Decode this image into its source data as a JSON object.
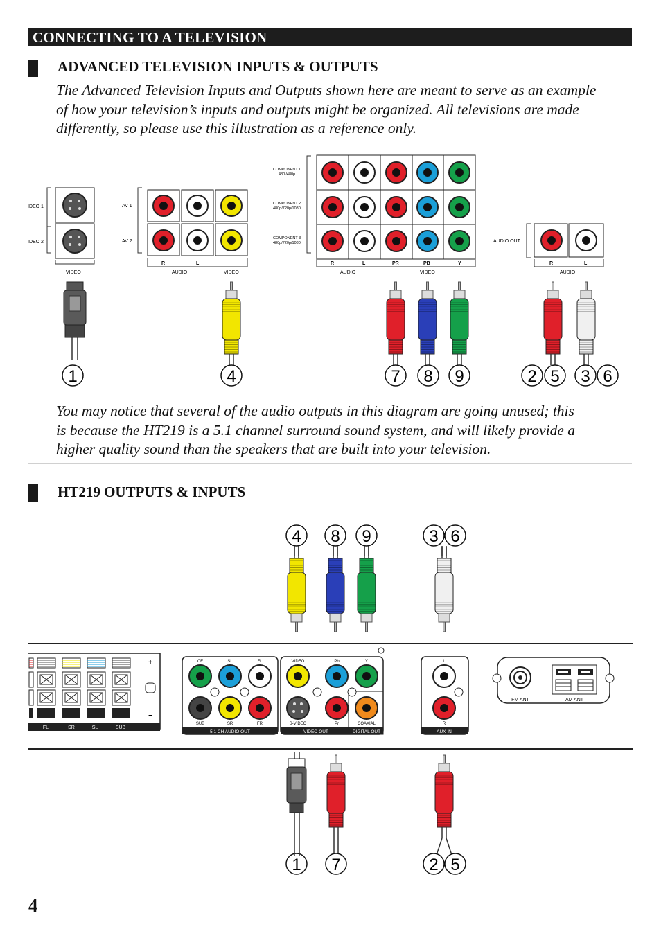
{
  "section": {
    "title": "CONNECTING TO A TELEVISION"
  },
  "advanced": {
    "title": "ADVANCED TELEVISION INPUTS & OUTPUTS",
    "intro_lines": [
      "The Advanced Television Inputs and Outputs shown here are meant to serve as an example",
      "of how your television’s inputs and outputs might be organized. All televisions are made",
      "differently, so please use this illustration as a reference only."
    ]
  },
  "tv_panel": {
    "svideo": {
      "rows": [
        "IDEO 1",
        "IDEO 2"
      ],
      "bottom": "VIDEO"
    },
    "av": {
      "rows": [
        "AV 1",
        "AV 2"
      ],
      "cols": [
        "R",
        "L",
        ""
      ],
      "bottom_audio": "AUDIO",
      "bottom_video": "VIDEO"
    },
    "component": {
      "rows": [
        {
          "name": "COMPONENT 1",
          "res": "480i/480p"
        },
        {
          "name": "COMPONENT 2",
          "res": "480p/720p/1080i"
        },
        {
          "name": "COMPONENT 3",
          "res": "480p/720p/1080i"
        }
      ],
      "cols": [
        "R",
        "L",
        "PR",
        "PB",
        "Y"
      ],
      "bottom_audio": "AUDIO",
      "bottom_video": "VIDEO"
    },
    "audio_out": {
      "label": "AUDIO OUT",
      "cols": [
        "R",
        "L"
      ],
      "bottom": "AUDIO"
    }
  },
  "tv_cable_numbers": {
    "svideo": "1",
    "yellow": "4",
    "component": [
      "7",
      "8",
      "9"
    ],
    "audio": [
      "2",
      "5",
      "3",
      "6"
    ]
  },
  "unused_note_lines": [
    "You may notice that several of the audio outputs in this diagram are going unused; this",
    "is because the HT219 is a 5.1 channel surround sound system, and will likely provide a",
    "higher quality sound than the speakers that are built into your television."
  ],
  "ht219": {
    "title": "HT219 OUTPUTS & INPUTS",
    "top_numbers": [
      "4",
      "8",
      "9",
      "3",
      "6"
    ],
    "bottom_numbers": [
      "1",
      "7",
      "2",
      "5"
    ],
    "speaker": {
      "labels": [
        "FL",
        "SR",
        "SL",
        "SUB"
      ],
      "plus": "+",
      "minus": "–"
    },
    "audio_out_51": {
      "top": [
        "CE",
        "SL",
        "FL"
      ],
      "bottom": [
        "SUB",
        "SR",
        "FR"
      ],
      "title": "5.1 CH AUDIO OUT"
    },
    "video_out": {
      "top": [
        "VIDEO",
        "Pb",
        "Y"
      ],
      "bottom": [
        "S-VIDEO",
        "Pr",
        "COAXIAL"
      ],
      "title_video": "VIDEO OUT",
      "title_digital": "DIGITAL OUT"
    },
    "aux_in": {
      "top": "L",
      "bottom": "R",
      "title": "AUX IN"
    },
    "antenna": {
      "fm": "FM ANT",
      "am": "AM ANT"
    }
  },
  "page": {
    "number": "4"
  },
  "colors": {
    "red": "#e0202a",
    "white": "#f0f0f0",
    "yellow": "#f2e600",
    "blue": "#1b9fd8",
    "green": "#15a04a",
    "orange": "#f08a1c",
    "cable_blue": "#2a3fb8"
  }
}
